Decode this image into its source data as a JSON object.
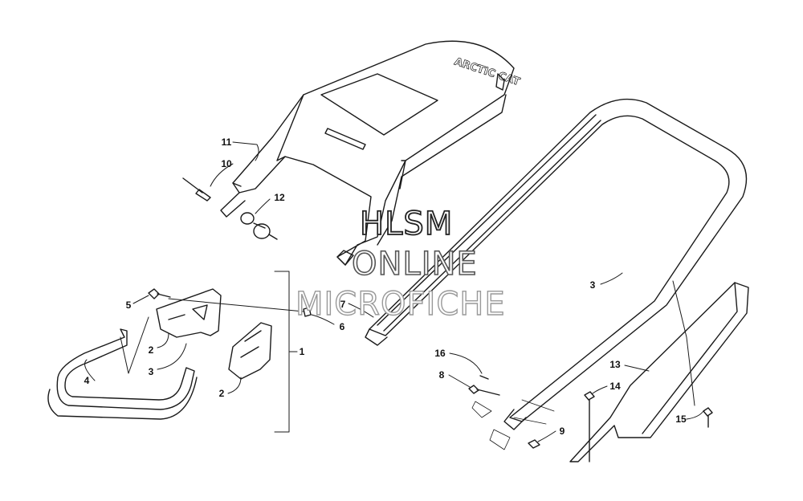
{
  "watermark": {
    "line1": "HLSM",
    "line2": "ONLINE",
    "line3": "MICROFICHE"
  },
  "callouts": {
    "c1": "1",
    "c2a": "2",
    "c2b": "2",
    "c3a": "3",
    "c3b": "3",
    "c4": "4",
    "c5": "5",
    "c6": "6",
    "c7": "7",
    "c8": "8",
    "c9": "9",
    "c10": "10",
    "c11": "11",
    "c12": "12",
    "c13": "13",
    "c14": "14",
    "c15": "15",
    "c16": "16"
  },
  "seat_logo": "ARCTIC CAT",
  "colors": {
    "line": "#1a1a1a",
    "background": "#ffffff"
  }
}
